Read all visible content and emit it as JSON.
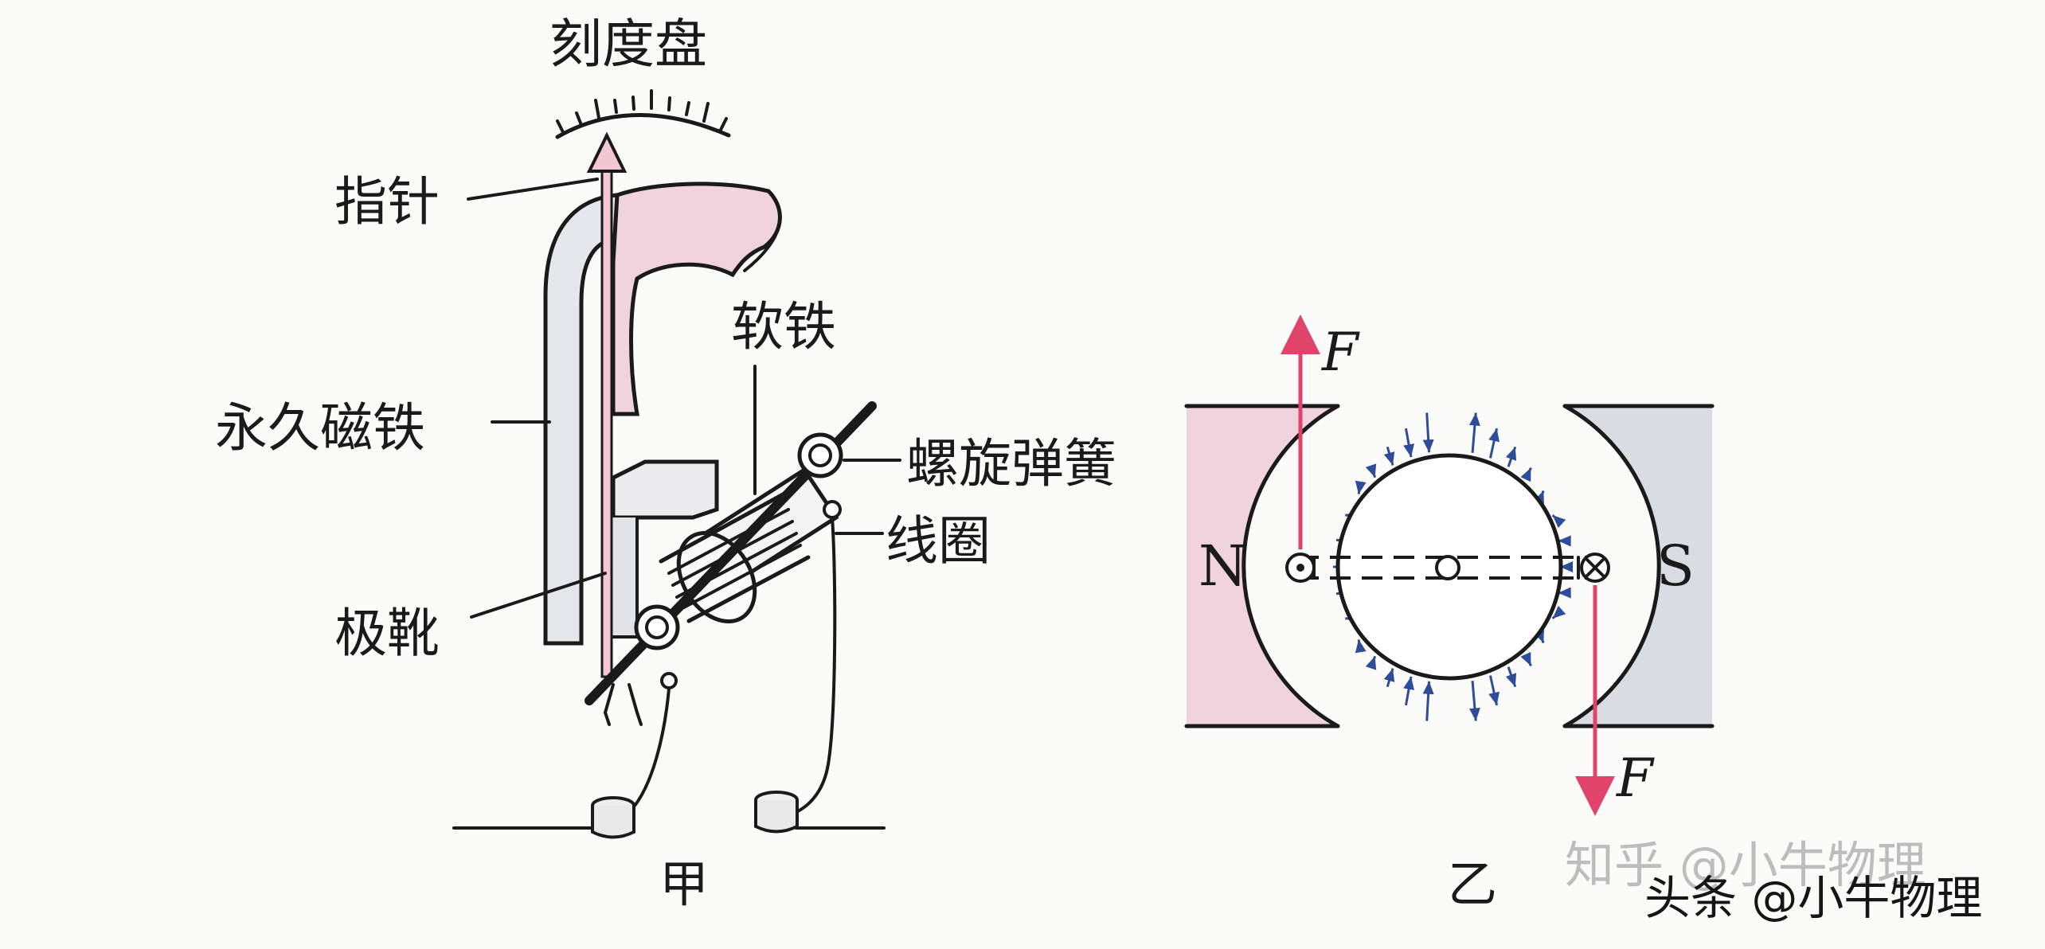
{
  "figure_a": {
    "title_dial": "刻度盘",
    "label_pointer": "指针",
    "label_soft_iron": "软铁",
    "label_permanent_magnet": "永久磁铁",
    "label_spiral_spring": "螺旋弹簧",
    "label_coil": "线圈",
    "label_pole_shoe": "极靴",
    "caption": "甲"
  },
  "figure_b": {
    "pole_north": "N",
    "pole_south": "S",
    "force_top": "F",
    "force_bottom": "F",
    "caption": "乙"
  },
  "watermarks": {
    "zhihu": "知乎 @小牛物理",
    "toutiao": "头条 @小牛物理"
  },
  "colors": {
    "magnet_north_fill": "#f1d3dd",
    "magnet_south_fill": "#d9dce2",
    "permanent_magnet_fill": "#e6e7ec",
    "field_line": "#2d4c99",
    "force_arrow": "#e0446a",
    "pointer_fill": "#f3c7d4"
  }
}
